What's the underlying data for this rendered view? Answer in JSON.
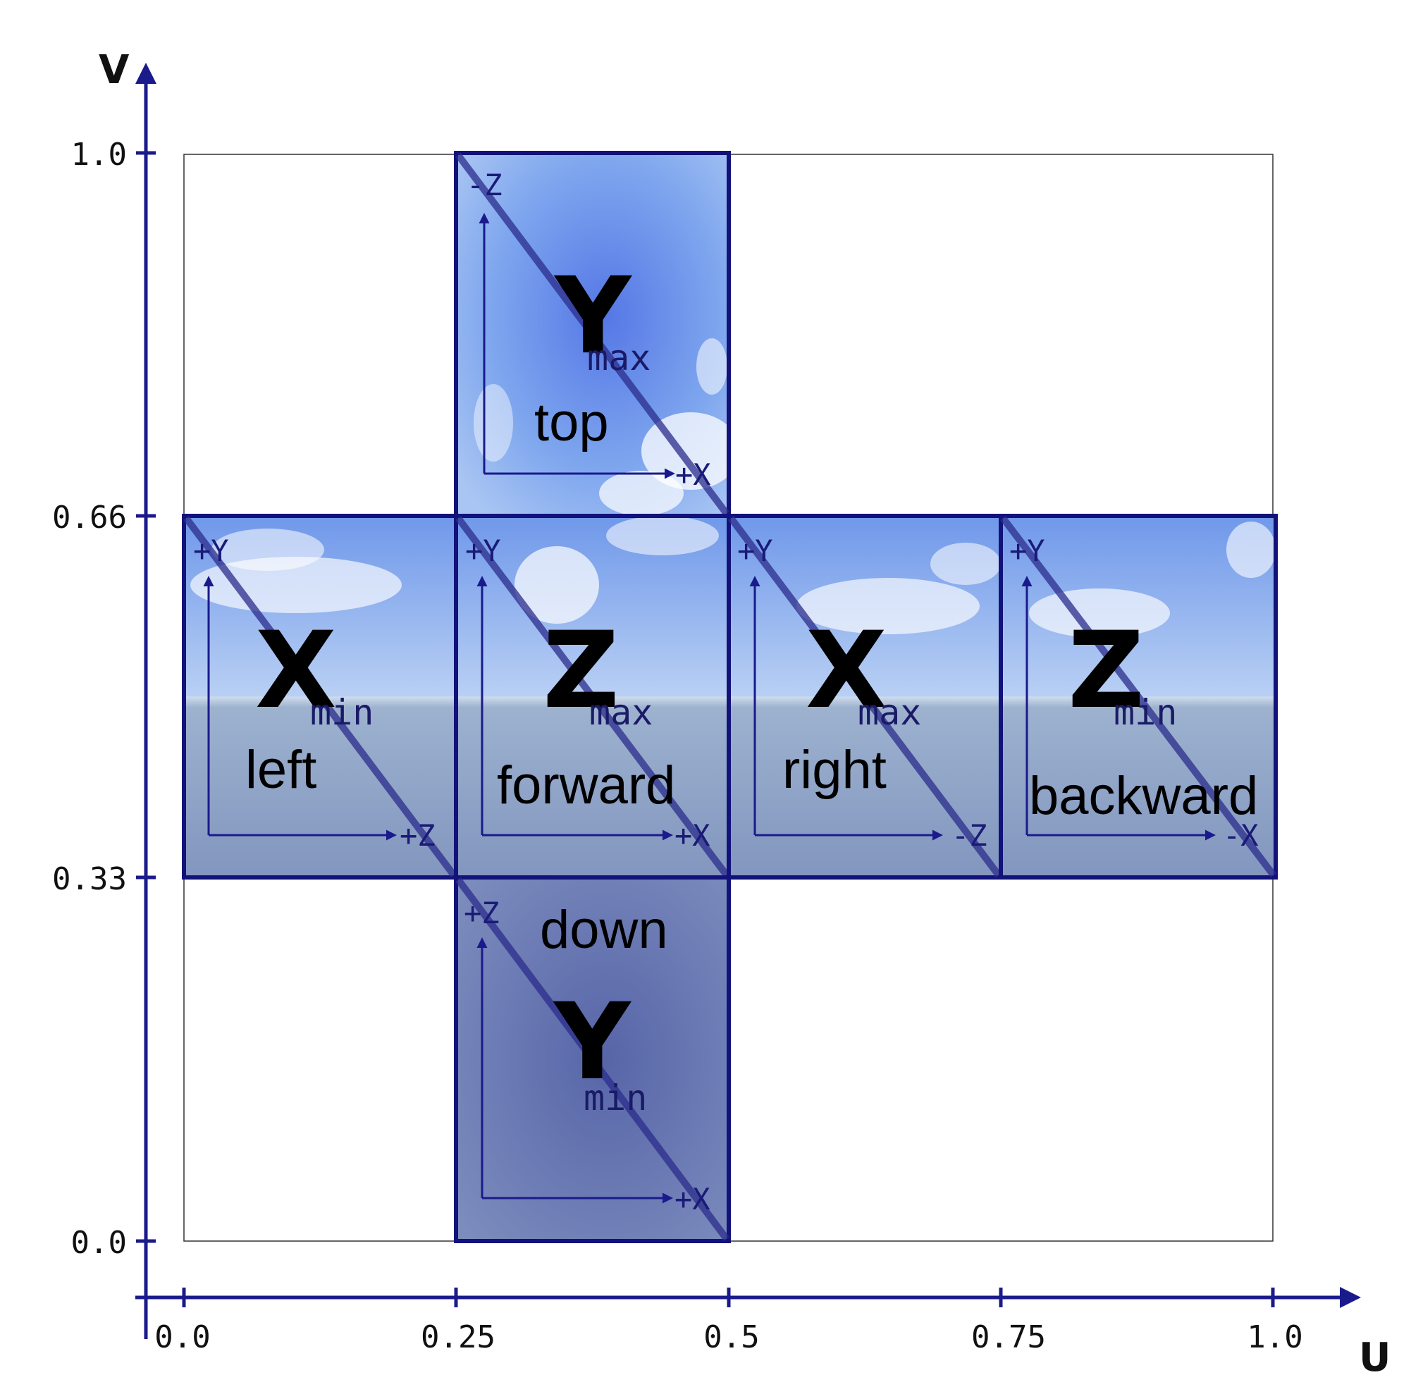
{
  "axes": {
    "u_label": "U",
    "v_label": "V",
    "u_ticks": [
      "0.0",
      "0.25",
      "0.5",
      "0.75",
      "1.0"
    ],
    "v_ticks": [
      "0.0",
      "0.33",
      "0.66",
      "1.0"
    ]
  },
  "faces": {
    "top": {
      "letter": "Y",
      "sub": "max",
      "name": "top",
      "corner": "-Z",
      "right": "+X"
    },
    "left": {
      "letter": "X",
      "sub": "min",
      "name": "left",
      "corner": "+Y",
      "right": "+Z"
    },
    "forward": {
      "letter": "Z",
      "sub": "max",
      "name": "forward",
      "corner": "+Y",
      "right": "+X"
    },
    "right": {
      "letter": "X",
      "sub": "max",
      "name": "right",
      "corner": "+Y",
      "right": "-Z"
    },
    "backward": {
      "letter": "Z",
      "sub": "min",
      "name": "backward",
      "corner": "+Y",
      "right": "-X"
    },
    "down": {
      "letter": "Y",
      "sub": "min",
      "name": "down",
      "corner": "+Z",
      "right": "+X"
    }
  },
  "colors": {
    "axis": "#1a1a8c",
    "face_border": "#12127a",
    "sky_top": "#6f98ea",
    "sky_mid": "#b4cdf4",
    "horizon": "#d9e6f3",
    "ground": "#8aa0c2",
    "bottom_face": "#6f7fb4"
  }
}
